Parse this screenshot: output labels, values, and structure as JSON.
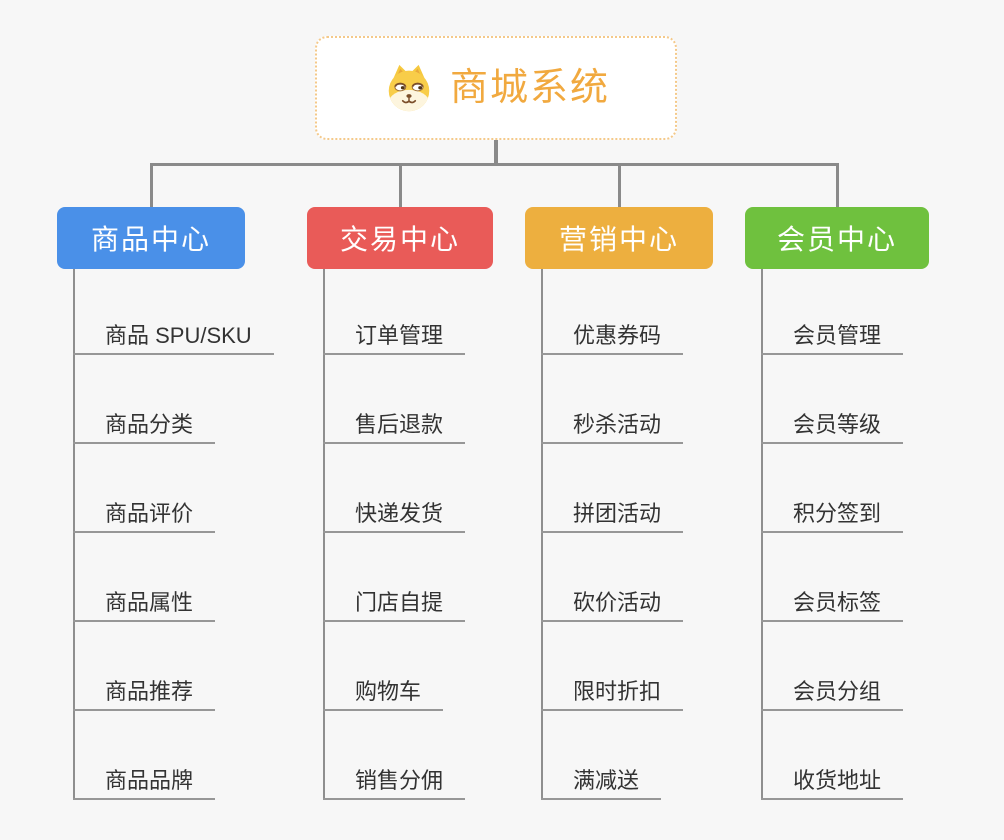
{
  "root": {
    "label": "商城系统",
    "icon": "shiba-dog-icon"
  },
  "branches": [
    {
      "name": "product-center",
      "label": "商品中心",
      "color": "#4A90E8",
      "items": [
        "商品 SPU/SKU",
        "商品分类",
        "商品评价",
        "商品属性",
        "商品推荐",
        "商品品牌"
      ]
    },
    {
      "name": "trade-center",
      "label": "交易中心",
      "color": "#E95B58",
      "items": [
        "订单管理",
        "售后退款",
        "快递发货",
        "门店自提",
        "购物车",
        "销售分佣"
      ]
    },
    {
      "name": "marketing-center",
      "label": "营销中心",
      "color": "#EDAF3F",
      "items": [
        "优惠券码",
        "秒杀活动",
        "拼团活动",
        "砍价活动",
        "限时折扣",
        "满减送"
      ]
    },
    {
      "name": "member-center",
      "label": "会员中心",
      "color": "#6FC13E",
      "items": [
        "会员管理",
        "会员等级",
        "积分签到",
        "会员标签",
        "会员分组",
        "收货地址"
      ]
    }
  ],
  "colors": {
    "background": "#F7F7F7",
    "root_text": "#F1A93F",
    "root_border": "#F4C98A",
    "connector": "#8A8A8A",
    "underline": "#979797",
    "leaf_text": "#333333"
  }
}
